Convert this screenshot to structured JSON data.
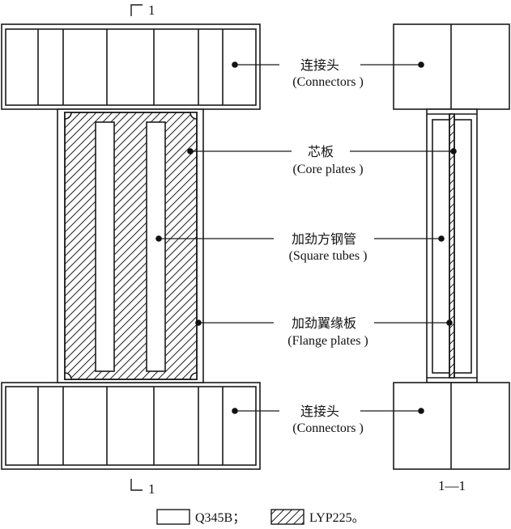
{
  "section_marks": {
    "top": "1",
    "bottom": "1",
    "side_view": "1—1"
  },
  "labels": {
    "connectors_top": {
      "zh": "连接头",
      "en": "(Connectors )"
    },
    "core_plates": {
      "zh": "芯板",
      "en": "(Core plates )"
    },
    "square_tubes": {
      "zh": "加劲方钢管",
      "en": "(Square tubes )"
    },
    "flange_plates": {
      "zh": "加劲翼缘板",
      "en": "(Flange plates )"
    },
    "connectors_bottom": {
      "zh": "连接头",
      "en": "(Connectors )"
    }
  },
  "legend": {
    "plain_label": "Q345B；",
    "hatched_label": "LYP225。"
  },
  "colors": {
    "line": "#1a1a1a",
    "fill": "#ffffff"
  }
}
